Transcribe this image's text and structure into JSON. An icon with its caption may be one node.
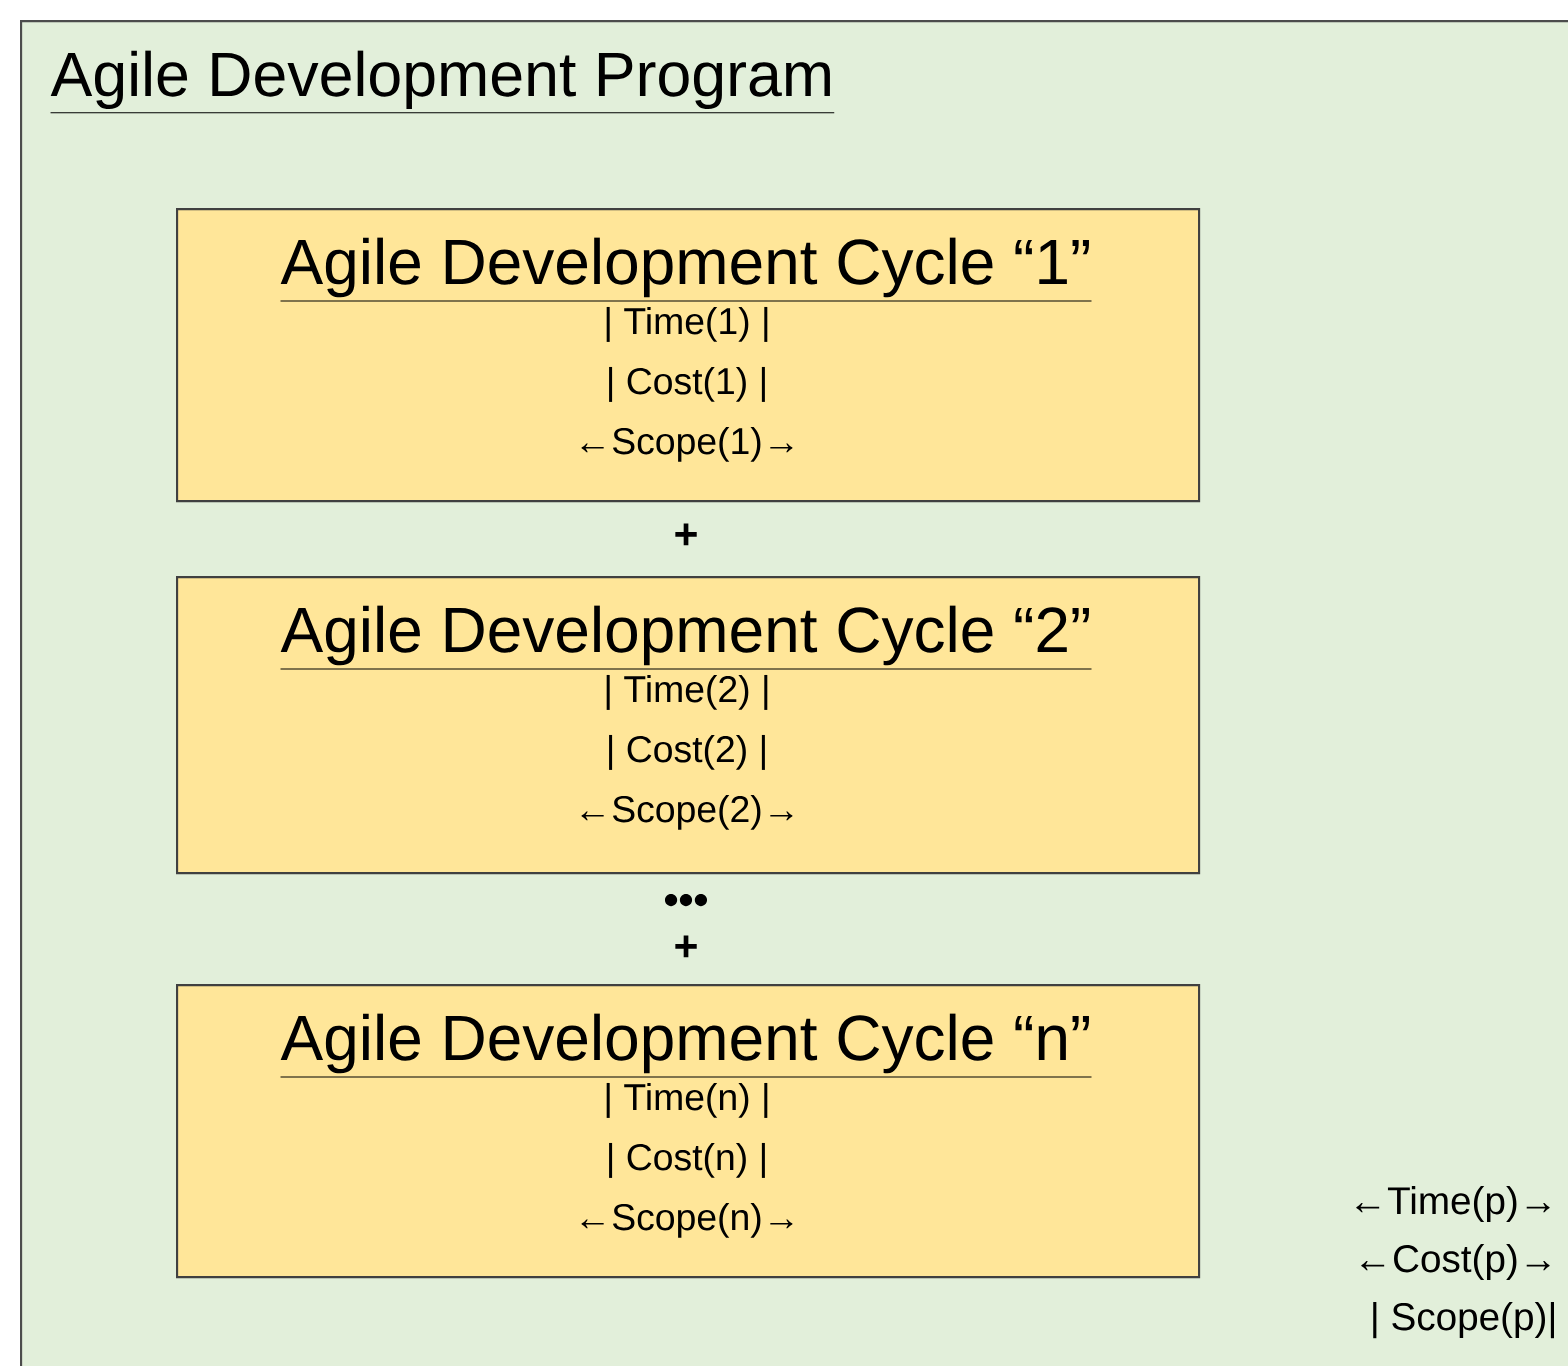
{
  "diagram": {
    "nodes": [
      {
        "text": [
          "Agile Development Program",
          "←Time(p)→",
          "←Cost(p)→",
          "| Scope(p)|"
        ]
      },
      {
        "text": [
          "Agile Development Cycle “1”",
          "|  Time(1)  |",
          "|  Cost(1)  |",
          "←Scope(1)→"
        ],
        "in": 0
      },
      {
        "text": [
          "Agile Development Cycle “2”",
          "|  Time(2)  |",
          "|  Cost(2)  |",
          "←Scope(2)→"
        ],
        "in": 0
      },
      {
        "text": [
          "Agile Development Cycle “n”",
          "|  Time(n)  |",
          "|  Cost(n)  |",
          "←Scope(n)→"
        ],
        "in": 0
      }
    ],
    "labels": [
      "+",
      "•••",
      "+"
    ]
  }
}
